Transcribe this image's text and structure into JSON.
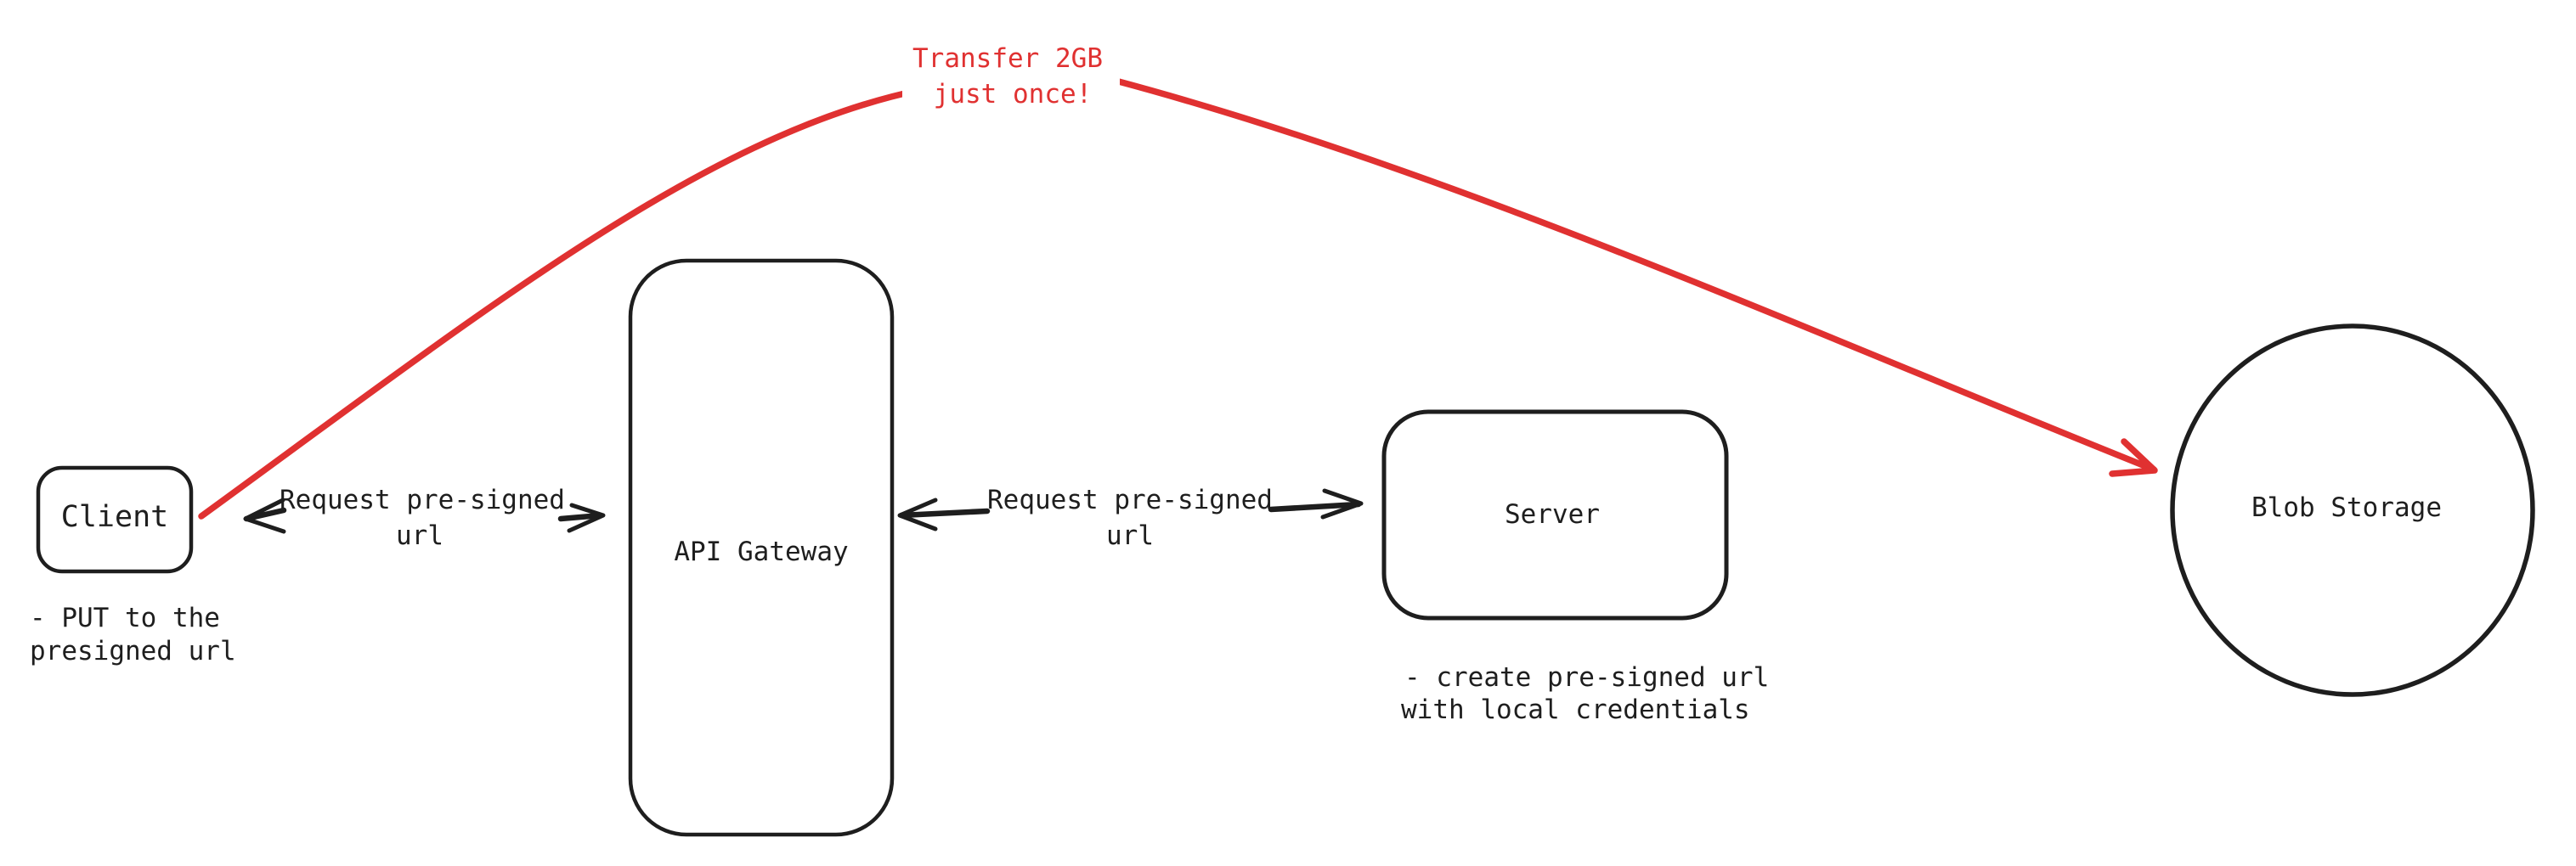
{
  "colors": {
    "background": "#ffffff",
    "stroke": "#1e1e1e",
    "accent": "#e03131"
  },
  "nodes": {
    "client": {
      "label": "Client"
    },
    "api_gateway": {
      "label": "API Gateway"
    },
    "server": {
      "label": "Server"
    },
    "blob_storage": {
      "label": "Blob Storage"
    }
  },
  "annotations": {
    "client_note": {
      "line1": "- PUT to the",
      "line2": "presigned url"
    },
    "server_note": {
      "line1": "- create pre-signed url",
      "line2": "with local credentials"
    }
  },
  "edges": {
    "client_gateway": {
      "line1": "Request pre-signed",
      "line2": "url"
    },
    "gateway_server": {
      "line1": "Request pre-signed",
      "line2": "url"
    },
    "client_blob": {
      "line1": "Transfer 2GB",
      "line2": "just once!"
    }
  }
}
